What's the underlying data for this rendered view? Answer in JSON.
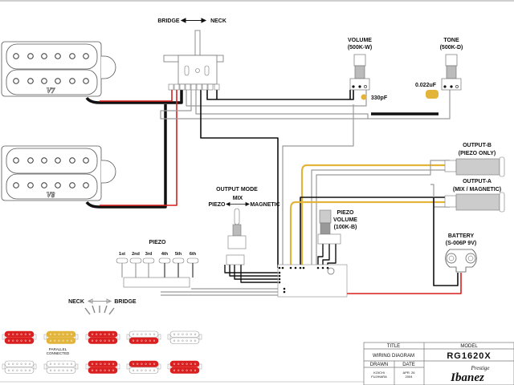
{
  "title": "RG1620X Wiring Diagram",
  "switch": {
    "label_left": "BRIDGE",
    "label_right": "NECK"
  },
  "pickups": {
    "bridge_logo": "V7",
    "neck_logo": "V8"
  },
  "volume": {
    "label": "VOLUME",
    "value": "(500K-W)",
    "cap": "330pF"
  },
  "tone": {
    "label": "TONE",
    "value": "(500K-D)",
    "cap": "0.022uF"
  },
  "output_b": {
    "label": "OUTPUT-B",
    "sub": "(PIEZO ONLY)"
  },
  "output_a": {
    "label": "OUTPUT-A",
    "sub": "(MIX / MAGNETIC)"
  },
  "output_mode": {
    "label": "OUTPUT MODE",
    "left": "PIEZO",
    "mid": "MIX",
    "right": "MAGNETIC"
  },
  "piezo_volume": {
    "line1": "PIEZO",
    "line2": "VOLUME",
    "line3": "(100K-B)"
  },
  "battery": {
    "label": "BATTERY",
    "value": "(S-006P 9V)"
  },
  "piezo": {
    "label": "PIEZO",
    "strings": [
      "1st",
      "2nd",
      "3rd",
      "4th",
      "5th",
      "6th"
    ]
  },
  "direction": {
    "left": "NECK",
    "right": "BRIDGE"
  },
  "positions": {
    "parallel_note_1": "PARALLEL",
    "parallel_note_2": "CONNECTED",
    "row1": [
      {
        "top": "red",
        "bottom": "red"
      },
      {
        "top": "gold",
        "bottom": "gold"
      },
      {
        "top": "red",
        "bottom": "red"
      },
      {
        "top": "white",
        "bottom": "red"
      },
      {
        "top": "white",
        "bottom": "white"
      }
    ],
    "row2": [
      {
        "top": "white",
        "bottom": "white"
      },
      {
        "top": "white",
        "bottom": "white"
      },
      {
        "top": "red",
        "bottom": "red"
      },
      {
        "top": "red",
        "bottom": "white"
      },
      {
        "top": "red",
        "bottom": "red"
      }
    ]
  },
  "title_block": {
    "title_header": "TITLE",
    "title_value": "WIRING DIAGRAM",
    "model_header": "MODEL",
    "model_value": "RG1620X",
    "drawn_header": "DRAWN",
    "drawn_value_1": "KOICHI",
    "drawn_value_2": "FUJIHARA",
    "date_header": "DATE",
    "date_value_1": "APR. 26",
    "date_value_2": "2004",
    "brand_sub": "Prestige",
    "brand": "Ibanez"
  },
  "colors": {
    "red": "#d91f1f",
    "gold": "#e2b43a",
    "black": "#111111",
    "gray": "#9a9a9a",
    "white": "#ffffff"
  }
}
